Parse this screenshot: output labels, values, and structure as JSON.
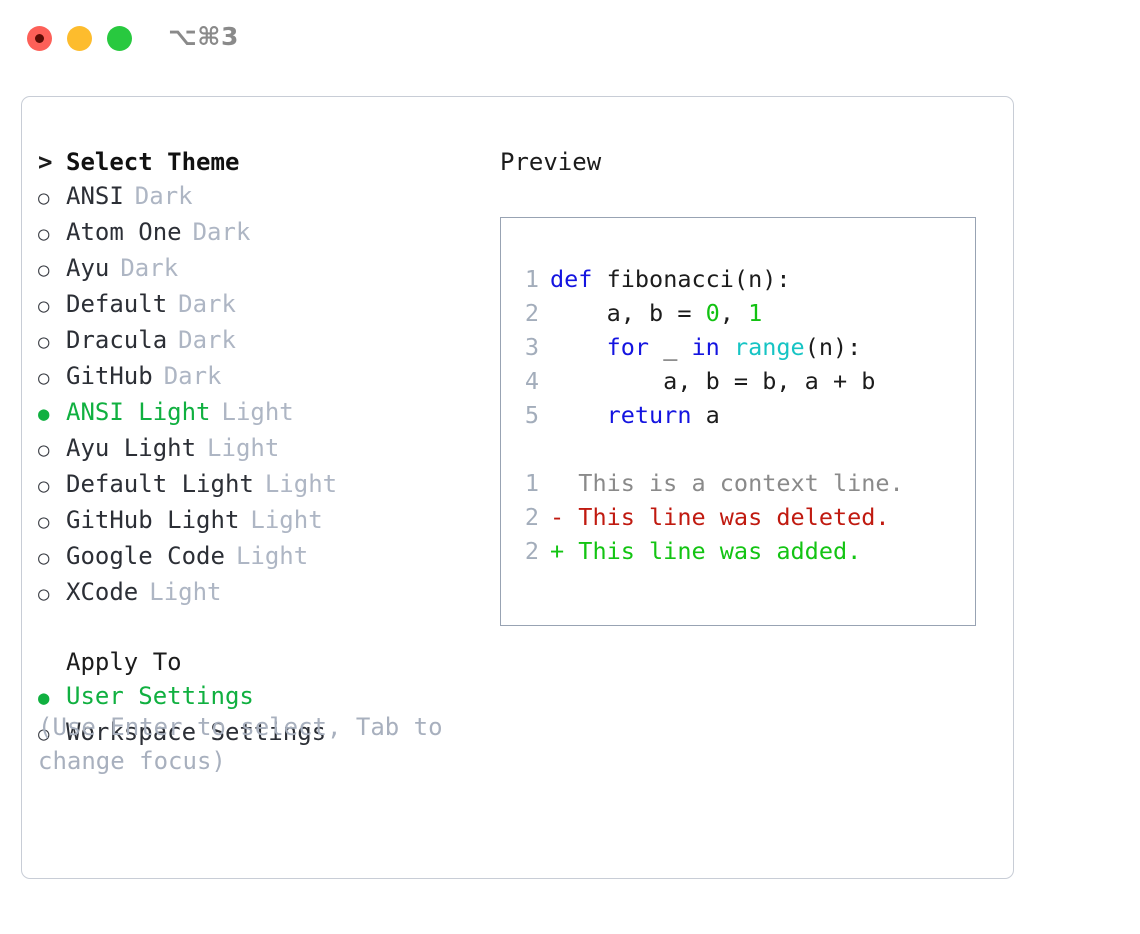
{
  "window": {
    "title_shortcut": "⌥⌘3",
    "traffic_lights": [
      {
        "name": "close",
        "color": "#fd6058"
      },
      {
        "name": "minimize",
        "color": "#fdbc2d"
      },
      {
        "name": "zoom",
        "color": "#28c93f"
      }
    ]
  },
  "theme_selector": {
    "caret": ">",
    "heading": "Select Theme",
    "bullet_unselected": "○",
    "bullet_selected": "●",
    "accent_color": "#10b040",
    "badge_color": "#aeb6c4",
    "options": [
      {
        "label": "ANSI",
        "badge": "Dark",
        "selected": false
      },
      {
        "label": "Atom One",
        "badge": "Dark",
        "selected": false
      },
      {
        "label": "Ayu",
        "badge": "Dark",
        "selected": false
      },
      {
        "label": "Default",
        "badge": "Dark",
        "selected": false
      },
      {
        "label": "Dracula",
        "badge": "Dark",
        "selected": false
      },
      {
        "label": "GitHub",
        "badge": "Dark",
        "selected": false
      },
      {
        "label": "ANSI Light",
        "badge": "Light",
        "selected": true
      },
      {
        "label": "Ayu Light",
        "badge": "Light",
        "selected": false
      },
      {
        "label": "Default Light",
        "badge": "Light",
        "selected": false
      },
      {
        "label": "GitHub Light",
        "badge": "Light",
        "selected": false
      },
      {
        "label": "Google Code",
        "badge": "Light",
        "selected": false
      },
      {
        "label": "XCode",
        "badge": "Light",
        "selected": false
      }
    ]
  },
  "apply_to": {
    "label": "Apply To",
    "options": [
      {
        "label": "User Settings",
        "selected": true
      },
      {
        "label": "Workspace Settings",
        "selected": false
      }
    ]
  },
  "hint": "(Use Enter to select, Tab to change focus)",
  "preview": {
    "title": "Preview",
    "code_lines": [
      {
        "num": "1",
        "segments": [
          {
            "text": "def",
            "cls": "tok-kw"
          },
          {
            "text": " fibonacci(n):",
            "cls": "tok-plain"
          }
        ]
      },
      {
        "num": "2",
        "segments": [
          {
            "text": "    a, b = ",
            "cls": "tok-plain"
          },
          {
            "text": "0",
            "cls": "tok-num"
          },
          {
            "text": ", ",
            "cls": "tok-plain"
          },
          {
            "text": "1",
            "cls": "tok-num"
          }
        ]
      },
      {
        "num": "3",
        "segments": [
          {
            "text": "    ",
            "cls": "tok-plain"
          },
          {
            "text": "for",
            "cls": "tok-kw"
          },
          {
            "text": " _ ",
            "cls": "tok-plain"
          },
          {
            "text": "in",
            "cls": "tok-kw"
          },
          {
            "text": " ",
            "cls": "tok-plain"
          },
          {
            "text": "range",
            "cls": "tok-builtin"
          },
          {
            "text": "(n):",
            "cls": "tok-plain"
          }
        ]
      },
      {
        "num": "4",
        "segments": [
          {
            "text": "        a, b = b, a + b",
            "cls": "tok-plain"
          }
        ]
      },
      {
        "num": "5",
        "segments": [
          {
            "text": "    ",
            "cls": "tok-plain"
          },
          {
            "text": "return",
            "cls": "tok-kw"
          },
          {
            "text": " a",
            "cls": "tok-plain"
          }
        ]
      }
    ],
    "diff_lines": [
      {
        "num": "1",
        "marker": "  ",
        "text": "This is a context line.",
        "cls": "diff-ctx"
      },
      {
        "num": "2",
        "marker": "- ",
        "text": "This line was deleted.",
        "cls": "diff-del"
      },
      {
        "num": "2",
        "marker": "+ ",
        "text": "This line was added.",
        "cls": "diff-add"
      }
    ]
  }
}
